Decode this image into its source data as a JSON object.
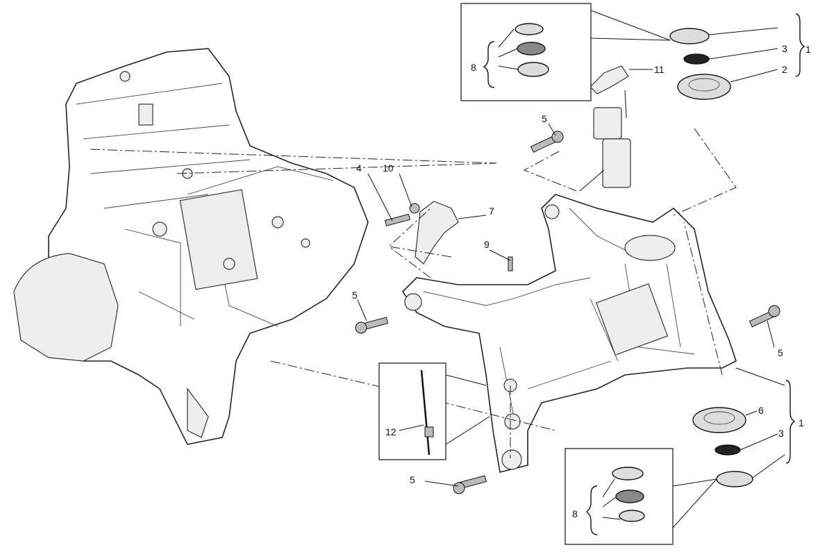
{
  "diagram": {
    "callouts": {
      "top_kit_1": "1",
      "top_seal_3": "3",
      "top_bearing_2": "2",
      "sensor_11": "11",
      "top_inset_8": "8",
      "bolt_5_upper": "5",
      "bolt_4": "4",
      "washer_10": "10",
      "bracket_7": "7",
      "bleeder_9": "9",
      "bolt_5_left": "5",
      "bolt_5_right": "5",
      "tie_12": "12",
      "bottom_bearing_6": "6",
      "bottom_kit_1": "1",
      "bottom_seal_3": "3",
      "bolt_5_bottom": "5",
      "bottom_inset_8": "8"
    }
  }
}
